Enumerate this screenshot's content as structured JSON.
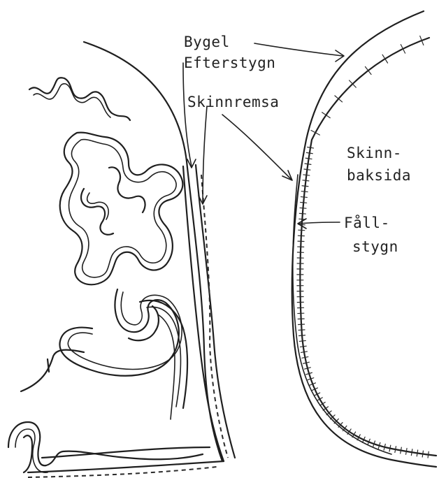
{
  "labels": {
    "bygel": "Bygel",
    "efterstygn": "Efterstygn",
    "skinnremsa": "Skinnremsa",
    "skinn": "Skinn-",
    "baksida": "baksida",
    "fall": "Fåll-",
    "stygn": "stygn"
  },
  "colors": {
    "ink": "#1f1f1f",
    "paper": "#ffffff"
  }
}
